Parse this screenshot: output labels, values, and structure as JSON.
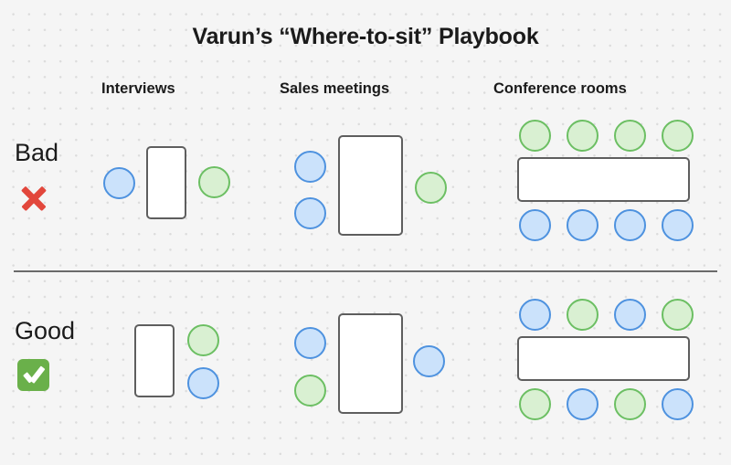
{
  "title": "Varun’s “Where-to-sit” Playbook",
  "columns": [
    {
      "label": "Interviews"
    },
    {
      "label": "Sales meetings"
    },
    {
      "label": "Conference rooms"
    }
  ],
  "rows": [
    {
      "key": "bad",
      "label": "Bad",
      "icon": "cross-mark-icon",
      "icon_color": "#e2473c"
    },
    {
      "key": "good",
      "label": "Good",
      "icon": "check-mark-icon",
      "icon_color": "#6ab04a"
    }
  ],
  "palette": {
    "background": "#f5f5f5",
    "dot_grid": "#dcdcdc",
    "table_fill": "#ffffff",
    "table_stroke": "#5e5e5e",
    "divider": "#6a6a6a",
    "seat_blue_fill": "#cbe2fb",
    "seat_blue_stroke": "#4e92df",
    "seat_green_fill": "#d9f0d2",
    "seat_green_stroke": "#6cbf63",
    "text": "#1b1b1b"
  },
  "diagrams": {
    "bad": {
      "interviews": {
        "table": "rect-table-vertical",
        "seats": [
          {
            "color": "blue",
            "side": "left"
          },
          {
            "color": "green",
            "side": "right"
          }
        ]
      },
      "sales_meetings": {
        "table": "rect-table-vertical",
        "seats": [
          {
            "color": "blue",
            "side": "left",
            "slot": "upper"
          },
          {
            "color": "blue",
            "side": "left",
            "slot": "lower"
          },
          {
            "color": "green",
            "side": "right",
            "slot": "middle"
          }
        ]
      },
      "conference_rooms": {
        "table": "rect-table-horizontal",
        "top_seats": [
          "green",
          "green",
          "green",
          "green"
        ],
        "bottom_seats": [
          "blue",
          "blue",
          "blue",
          "blue"
        ]
      }
    },
    "good": {
      "interviews": {
        "table": "rect-table-vertical",
        "seats": [
          {
            "color": "green",
            "side": "right",
            "slot": "upper"
          },
          {
            "color": "blue",
            "side": "right",
            "slot": "lower"
          }
        ]
      },
      "sales_meetings": {
        "table": "rect-table-vertical",
        "seats": [
          {
            "color": "blue",
            "side": "left",
            "slot": "upper"
          },
          {
            "color": "green",
            "side": "left",
            "slot": "lower"
          },
          {
            "color": "blue",
            "side": "right",
            "slot": "middle"
          }
        ]
      },
      "conference_rooms": {
        "table": "rect-table-horizontal",
        "top_seats": [
          "blue",
          "green",
          "blue",
          "green"
        ],
        "bottom_seats": [
          "green",
          "blue",
          "green",
          "blue"
        ]
      }
    }
  }
}
